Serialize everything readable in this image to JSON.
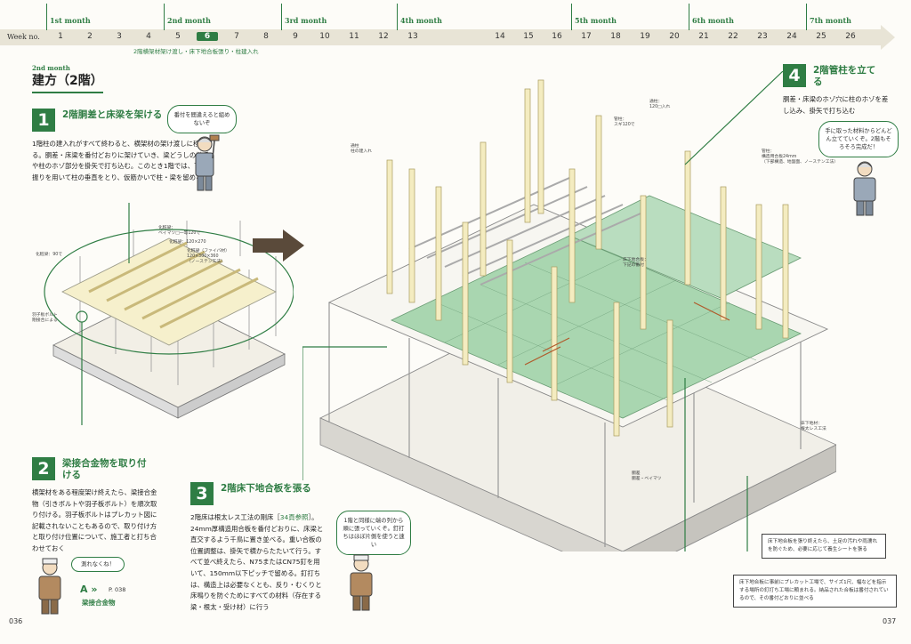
{
  "timeline": {
    "week_label": "Week no.",
    "months": [
      "1st month",
      "2nd month",
      "3rd month",
      "4th month",
      "5th month",
      "6th month",
      "7th month"
    ],
    "weeks": [
      "1",
      "2",
      "3",
      "4",
      "5",
      "6",
      "7",
      "8",
      "9",
      "10",
      "11",
      "12",
      "13",
      "14",
      "15",
      "16",
      "17",
      "18",
      "19",
      "20",
      "21",
      "22",
      "23",
      "24",
      "25",
      "26"
    ],
    "active_week": "6",
    "sub_label": "2階横架材架け渡し・床下地合板張り・柱建入れ"
  },
  "section": {
    "month": "2nd month",
    "title": "建方（2階）"
  },
  "steps": [
    {
      "num": "1",
      "title": "2階胴差と床梁を架ける",
      "body": "1階柱の建入れがすべて終わると、横架材の架け渡しに移る。胴差・床梁を番付どおりに架けていき、梁どうしの継手や柱のホゾ部分を掛矢で打ち込む。このとき1階では、下げ振りを用いて柱の垂直をとり、仮筋かいで柱・梁を留める"
    },
    {
      "num": "2",
      "title": "梁接合金物を取り付ける",
      "body": "横架材をある程度架け終えたら、梁接合金物（引きボルトや羽子板ボルト）を順次取り付ける。羽子板ボルトはプレカット図に記載されないこともあるので、取り付け方と取り付け位置について、施工者と打ち合わせておく"
    },
    {
      "num": "3",
      "title": "2階床下地合板を張る",
      "body_a": "2階床は根太レス工法の剛床［",
      "body_link": "34頁参照",
      "body_b": "］。24mm厚構造用合板を番付どおりに、床梁と直交するよう千鳥に置き並べる。重い合板の位置調整は、掛矢で横からたたいて行う。すべて並べ終えたら、N75またはCN75釘を用いて、150mm以下ピッチで留める。釘打ちは、構造上は必要なくとも、反り・むくりと床鳴りを防ぐためにすべての材料（存在する梁・根太・受け材）に行う"
    },
    {
      "num": "4",
      "title": "2階管柱を立てる",
      "body": "胴差・床梁のホゾ穴に柱のホゾを差し込み、掛矢で打ち込む"
    }
  ],
  "bubbles": {
    "b1": "番付を間違えると組めないぞ",
    "b2": "手に取った材料からどんどん立てていくぞ。2階もそろそろ完成だ！",
    "b3": "1階と同様に端の列から順に張っていくぞ。釘打ちはほぼ片側を使うと速い",
    "b4": "測れなくね！"
  },
  "ref": {
    "arrow": "A »",
    "page": "P. 038",
    "label": "梁接合金物"
  },
  "notes": {
    "n1": "床下地合板を張り終えたら、土足の汚れや雨濡れを防ぐため、必要に応じて養生シートを張る",
    "n2": "床下地合板に事前にプレカット工場で、サイズ1尺、幅などを指示する場所の釘打ち工場に頼まれる。納品された合板は番付されているので、その番付どおりに並べる"
  },
  "callouts": {
    "c1": "化粧梁：\nベイマツ□一等120で",
    "c2": "化粧梁：120×270",
    "c3": "化粧梁（ファイバ材）\n120×300×360\n（ノーステン工法）",
    "c4": "化粧梁：90で",
    "c5": "羽子板ボルト\n剛接合による",
    "c6": "管柱：\nスギ120で",
    "c7": "通柱：\n120□入れ",
    "c8": "通柱\n柱の建入れ",
    "c9": "管柱：\n構造用合板24mm\n（下部構造、地盤面、ノーステン工法）",
    "c10": "床下地合板：\n下記の番付",
    "c11": "床下地材：\n根太レス工法",
    "c12": "胴差\n胴差・ベイマツ"
  },
  "page_numbers": {
    "left": "036",
    "right": "037"
  }
}
